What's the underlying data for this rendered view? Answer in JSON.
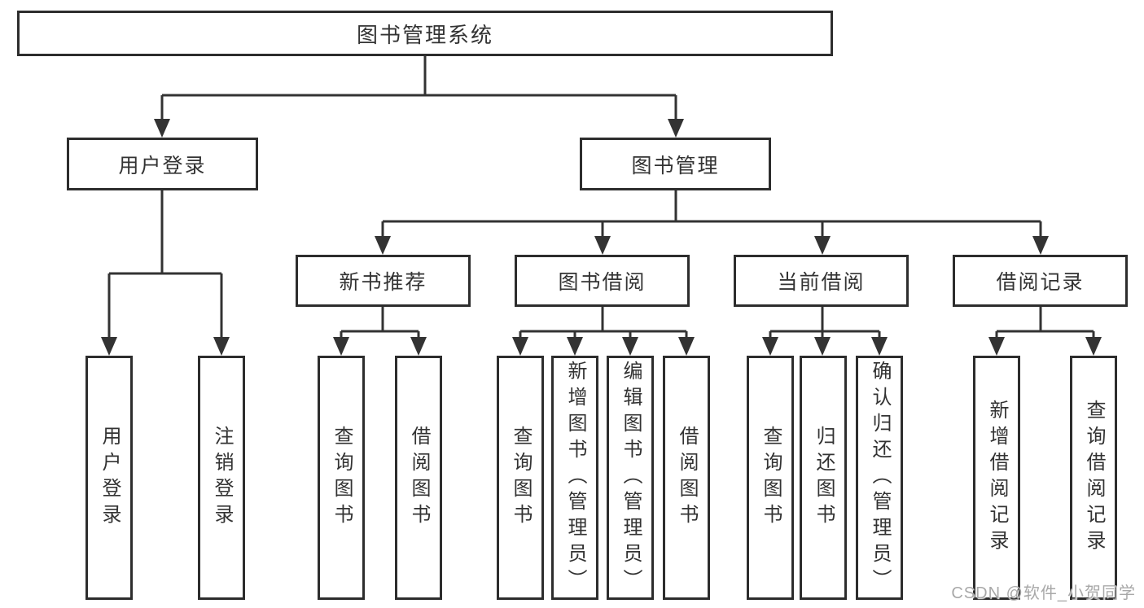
{
  "diagram": {
    "root": {
      "label": "图书管理系统",
      "children": [
        {
          "label": "用户登录",
          "children": [
            {
              "label": "用户登录"
            },
            {
              "label": "注销登录"
            }
          ]
        },
        {
          "label": "图书管理",
          "children": [
            {
              "label": "新书推荐",
              "children": [
                {
                  "label": "查询图书"
                },
                {
                  "label": "借阅图书"
                }
              ]
            },
            {
              "label": "图书借阅",
              "children": [
                {
                  "label": "查询图书"
                },
                {
                  "label": "新增图书（管理员）"
                },
                {
                  "label": "编辑图书（管理员）"
                },
                {
                  "label": "借阅图书"
                }
              ]
            },
            {
              "label": "当前借阅",
              "children": [
                {
                  "label": "查询图书"
                },
                {
                  "label": "归还图书"
                },
                {
                  "label": "确认归还（管理员）"
                }
              ]
            },
            {
              "label": "借阅记录",
              "children": [
                {
                  "label": "新增借阅记录"
                },
                {
                  "label": "查询借阅记录"
                }
              ]
            }
          ]
        }
      ]
    }
  },
  "watermark": {
    "text": "CSDN @软件_小贺同学"
  },
  "colors": {
    "line": "#333333",
    "border": "#2d2d2d",
    "text": "#333333",
    "watermark": "#a8a8a8"
  }
}
